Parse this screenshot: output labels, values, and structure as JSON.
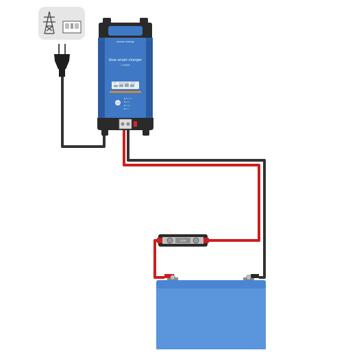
{
  "charger": {
    "brand": "victron energy",
    "model_line1": "blue smart charger",
    "model_line2": "1 output",
    "status_labels": [
      "Bulk",
      "Absorption",
      "Float",
      "Storage"
    ],
    "indicator_labels": [
      "Bluetooth",
      "Status",
      "Charge",
      "Error"
    ],
    "mode_label": "MODE"
  },
  "fuse": {
    "label": "125A"
  },
  "colors": {
    "charger_blue": "#3f78c4",
    "charger_dark": "#2d5ea6",
    "battery_blue": "#5b95dc",
    "battery_dark": "#3f78c4",
    "positive_wire": "#cc1f1f",
    "negative_wire": "#333333",
    "grid_panel_bg": "#e6e6e6"
  },
  "icons": {
    "grid": "power-pylon-icon",
    "plug": "schuko-plug-icon"
  }
}
